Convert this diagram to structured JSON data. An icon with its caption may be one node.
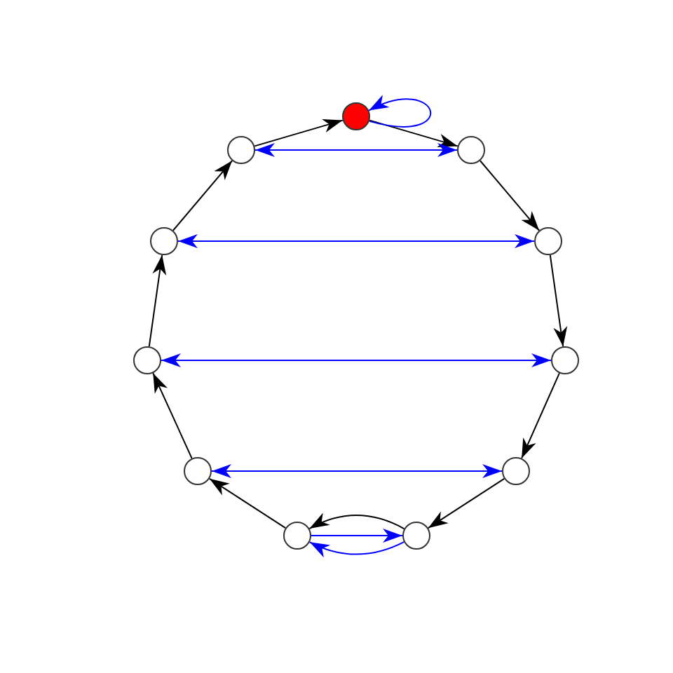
{
  "diagram": {
    "nodes": [
      {
        "text": [],
        "shape": "circle"
      },
      {
        "text": [],
        "shape": "circle"
      },
      {
        "text": [],
        "shape": "circle"
      },
      {
        "text": [],
        "shape": "circle"
      },
      {
        "text": [],
        "shape": "circle"
      },
      {
        "text": [],
        "shape": "circle"
      },
      {
        "text": [],
        "shape": "circle"
      },
      {
        "text": [],
        "shape": "circle"
      },
      {
        "text": [],
        "shape": "circle"
      },
      {
        "text": [],
        "shape": "circle"
      },
      {
        "text": [],
        "shape": "circle"
      }
    ],
    "edges": [
      {
        "from": 0,
        "to": 2,
        "arrow": "to"
      },
      {
        "from": 2,
        "to": 4,
        "arrow": "to"
      },
      {
        "from": 4,
        "to": 6,
        "arrow": "to"
      },
      {
        "from": 6,
        "to": 8,
        "arrow": "to"
      },
      {
        "from": 8,
        "to": 10,
        "arrow": "to"
      },
      {
        "from": 10,
        "to": 9,
        "arrow": "to"
      },
      {
        "from": 9,
        "to": 7,
        "arrow": "to"
      },
      {
        "from": 7,
        "to": 5,
        "arrow": "to"
      },
      {
        "from": 5,
        "to": 3,
        "arrow": "to"
      },
      {
        "from": 3,
        "to": 1,
        "arrow": "to"
      },
      {
        "from": 1,
        "to": 0,
        "arrow": "to"
      },
      {
        "from": 0,
        "to": 0,
        "arrow": "to",
        "color": "#0000ff"
      },
      {
        "from": 1,
        "to": 2,
        "arrow": "both",
        "color": "#0000ff"
      },
      {
        "from": 3,
        "to": 4,
        "arrow": "both",
        "color": "#0000ff"
      },
      {
        "from": 5,
        "to": 6,
        "arrow": "both",
        "color": "#0000ff"
      },
      {
        "from": 7,
        "to": 8,
        "arrow": "both",
        "color": "#0000ff"
      },
      {
        "from": 9,
        "to": 10,
        "arrow": "to",
        "color": "#0000ff"
      },
      {
        "from": 10,
        "to": 9,
        "arrow": "to",
        "color": "#0000ff"
      }
    ]
  }
}
